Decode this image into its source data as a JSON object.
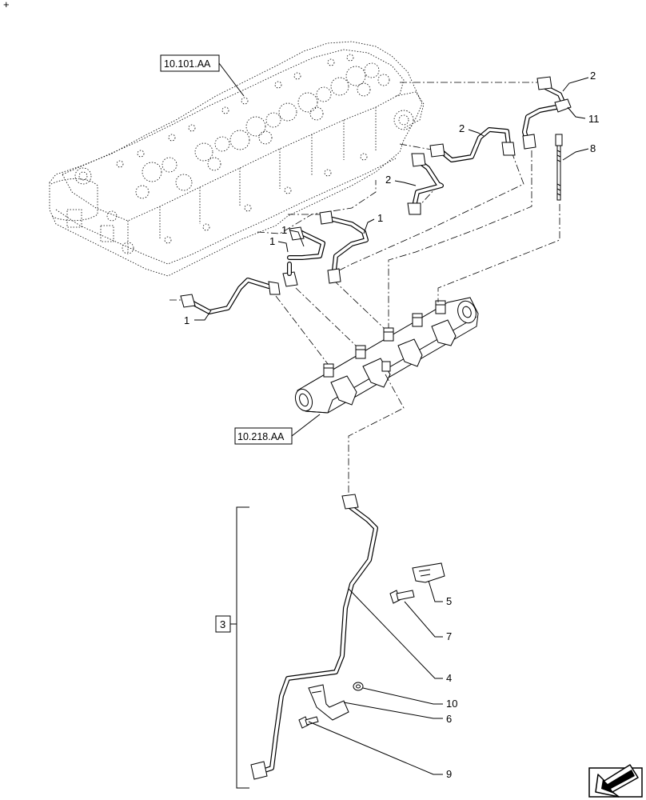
{
  "references": {
    "cylinder_head": "10.101.AA",
    "common_rail": "10.218.AA"
  },
  "kit_label": "3",
  "callouts": [
    "1",
    "1",
    "1",
    "1",
    "2",
    "2",
    "2",
    "11",
    "8",
    "5",
    "7",
    "4",
    "10",
    "6",
    "9"
  ],
  "corner_mark": "+",
  "nav_icon": "arrow-down-left-icon"
}
